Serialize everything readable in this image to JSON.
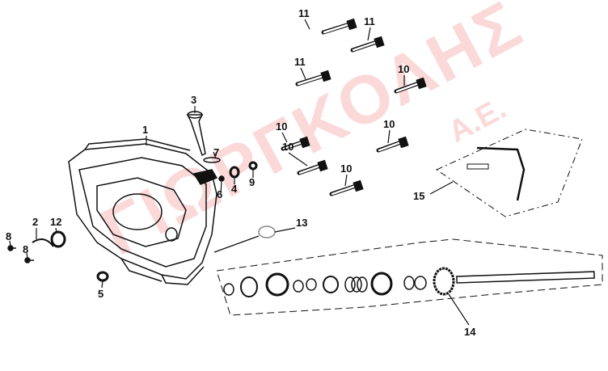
{
  "watermark": {
    "name": "ΓΙΩΡΓΚΟΛΗΣ",
    "suffix": "Α.Ε."
  },
  "callouts": [
    {
      "id": "1",
      "label": "1"
    },
    {
      "id": "2",
      "label": "2"
    },
    {
      "id": "3",
      "label": "3"
    },
    {
      "id": "4",
      "label": "4"
    },
    {
      "id": "5",
      "label": "5"
    },
    {
      "id": "6",
      "label": "6"
    },
    {
      "id": "7",
      "label": "7"
    },
    {
      "id": "8a",
      "label": "8"
    },
    {
      "id": "8b",
      "label": "8"
    },
    {
      "id": "9",
      "label": "9"
    },
    {
      "id": "10a",
      "label": "10"
    },
    {
      "id": "10b",
      "label": "10"
    },
    {
      "id": "10c",
      "label": "10"
    },
    {
      "id": "10d",
      "label": "10"
    },
    {
      "id": "10e",
      "label": "10"
    },
    {
      "id": "11a",
      "label": "11"
    },
    {
      "id": "11b",
      "label": "11"
    },
    {
      "id": "11c",
      "label": "11"
    },
    {
      "id": "12",
      "label": "12"
    },
    {
      "id": "13",
      "label": "13"
    },
    {
      "id": "14",
      "label": "14"
    },
    {
      "id": "15",
      "label": "15"
    }
  ],
  "colors": {
    "line": "#111111",
    "watermark": "#eb5050"
  }
}
